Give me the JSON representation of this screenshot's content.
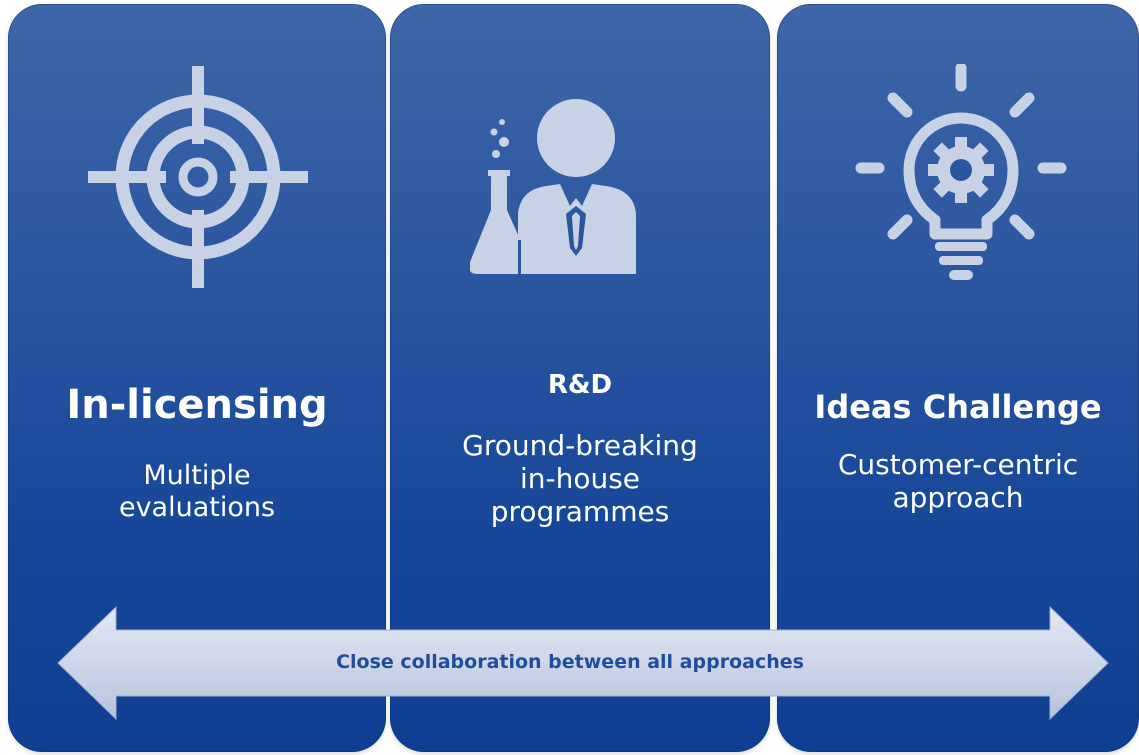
{
  "panels": [
    {
      "title": "In-licensing",
      "subtitle_lines": [
        "Multiple",
        "evaluations"
      ],
      "icon": "target-icon"
    },
    {
      "title": "R&D",
      "subtitle_lines": [
        "Ground-breaking",
        "in-house",
        "programmes"
      ],
      "icon": "scientist-icon"
    },
    {
      "title": "Ideas Challenge",
      "subtitle_lines": [
        "Customer-centric",
        "approach"
      ],
      "icon": "lightbulb-gear-icon"
    }
  ],
  "arrow": {
    "label": "Close collaboration between all approaches"
  },
  "colors": {
    "panel_top": "#3e66a8",
    "panel_bottom": "#0f3f92",
    "icon": "#c9d2e4",
    "arrow_fill": "#cfd8ea",
    "arrow_text": "#1f4f9c"
  }
}
